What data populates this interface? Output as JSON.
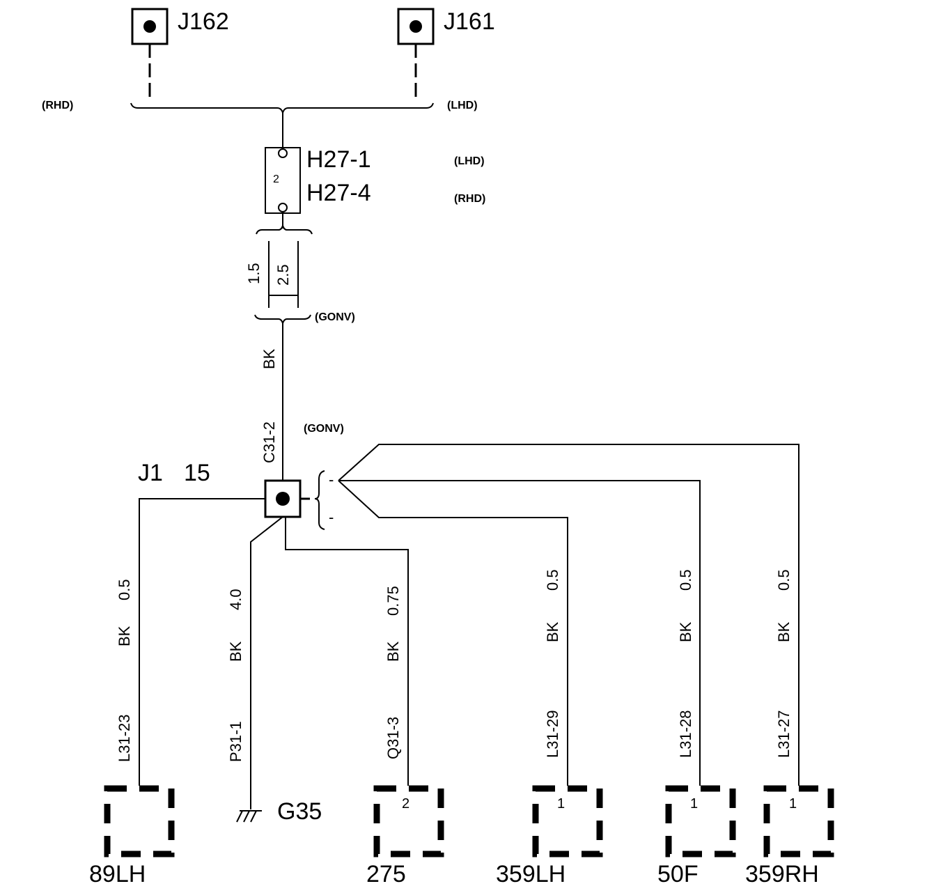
{
  "jumpers": {
    "left": "J162",
    "right": "J161"
  },
  "top_bracket": {
    "left_note": "(RHD)",
    "right_note": "(LHD)"
  },
  "connector": {
    "pin": "2",
    "label_top": "H27-1",
    "label_bottom": "H27-4",
    "note_top": "(LHD)",
    "note_bottom": "(RHD)"
  },
  "main_wire": {
    "gauge_a": "1.5",
    "gauge_b": "2.5",
    "note": "(GONV)",
    "color": "BK",
    "pin": "C31-2",
    "splice_note": "(GONV)"
  },
  "splice": {
    "name": "J1",
    "number": "15",
    "plus": "-",
    "minus": "-"
  },
  "drops": {
    "d89lh": {
      "gauge": "0.5",
      "color": "BK",
      "pin": "L31-23",
      "pin_no": "",
      "label": "89LH"
    },
    "g35": {
      "gauge": "4.0",
      "color": "BK",
      "pin": "P31-1",
      "label": "G35"
    },
    "d275": {
      "gauge": "0.75",
      "color": "BK",
      "pin": "Q31-3",
      "pin_no": "2",
      "label": "275"
    },
    "d359lh": {
      "gauge": "0.5",
      "color": "BK",
      "pin": "L31-29",
      "pin_no": "1",
      "label": "359LH"
    },
    "d50f": {
      "gauge": "0.5",
      "color": "BK",
      "pin": "L31-28",
      "pin_no": "1",
      "label": "50F"
    },
    "d359rh": {
      "gauge": "0.5",
      "color": "BK",
      "pin": "L31-27",
      "pin_no": "1",
      "label": "359RH"
    }
  }
}
